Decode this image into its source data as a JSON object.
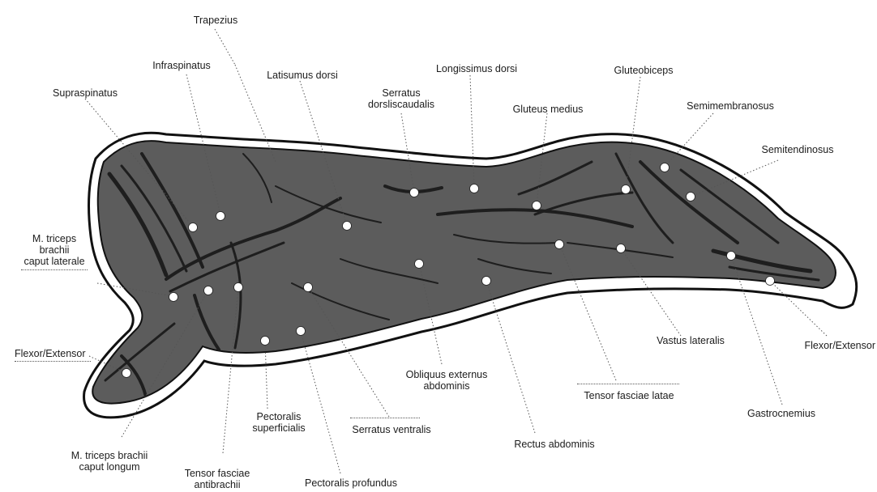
{
  "figure": {
    "labels": {
      "trapezius": "Trapezius",
      "infraspinatus": "Infraspinatus",
      "latissimus_dorsi": "Latisumus dorsi",
      "longissimus_dorsi": "Longissimus dorsi",
      "gluteobiceps": "Gluteobiceps",
      "supraspinatus": "Supraspinatus",
      "serratus_dorsalis_caudalis": "Serratus\ndorsliscaudalis",
      "gluteus_medius": "Gluteus medius",
      "semimembranosus": "Semimembranosus",
      "semitendinosus": "Semitendinosus",
      "triceps_lateral": "M. triceps\nbrachii\ncaput laterale",
      "flexor_extensor_left": "Flexor/Extensor",
      "vastus_lateralis": "Vastus lateralis",
      "flexor_extensor_right": "Flexor/Extensor",
      "obliquus_externus": "Obliquus externus\nabdominis",
      "tensor_fasciae_latae": "Tensor fasciae latae",
      "gastrocnemius": "Gastrocnemius",
      "pectoralis_superficialis": "Pectoralis\nsuperficialis",
      "serratus_ventralis": "Serratus ventralis",
      "rectus_abdominis": "Rectus abdominis",
      "triceps_long": "M. triceps brachii\ncaput longum",
      "tensor_fasciae_antibrachii": "Tensor fasciae\nantibrachii",
      "pectoralis_profundus": "Pectoralis profundus"
    },
    "colors": {
      "muscle": "#5c5c5c",
      "muscle_dark": "#1e1e1e",
      "outline": "#111111",
      "fat_layer": "#ffffff",
      "marker": "#ffffff",
      "leader": "#555555"
    }
  }
}
